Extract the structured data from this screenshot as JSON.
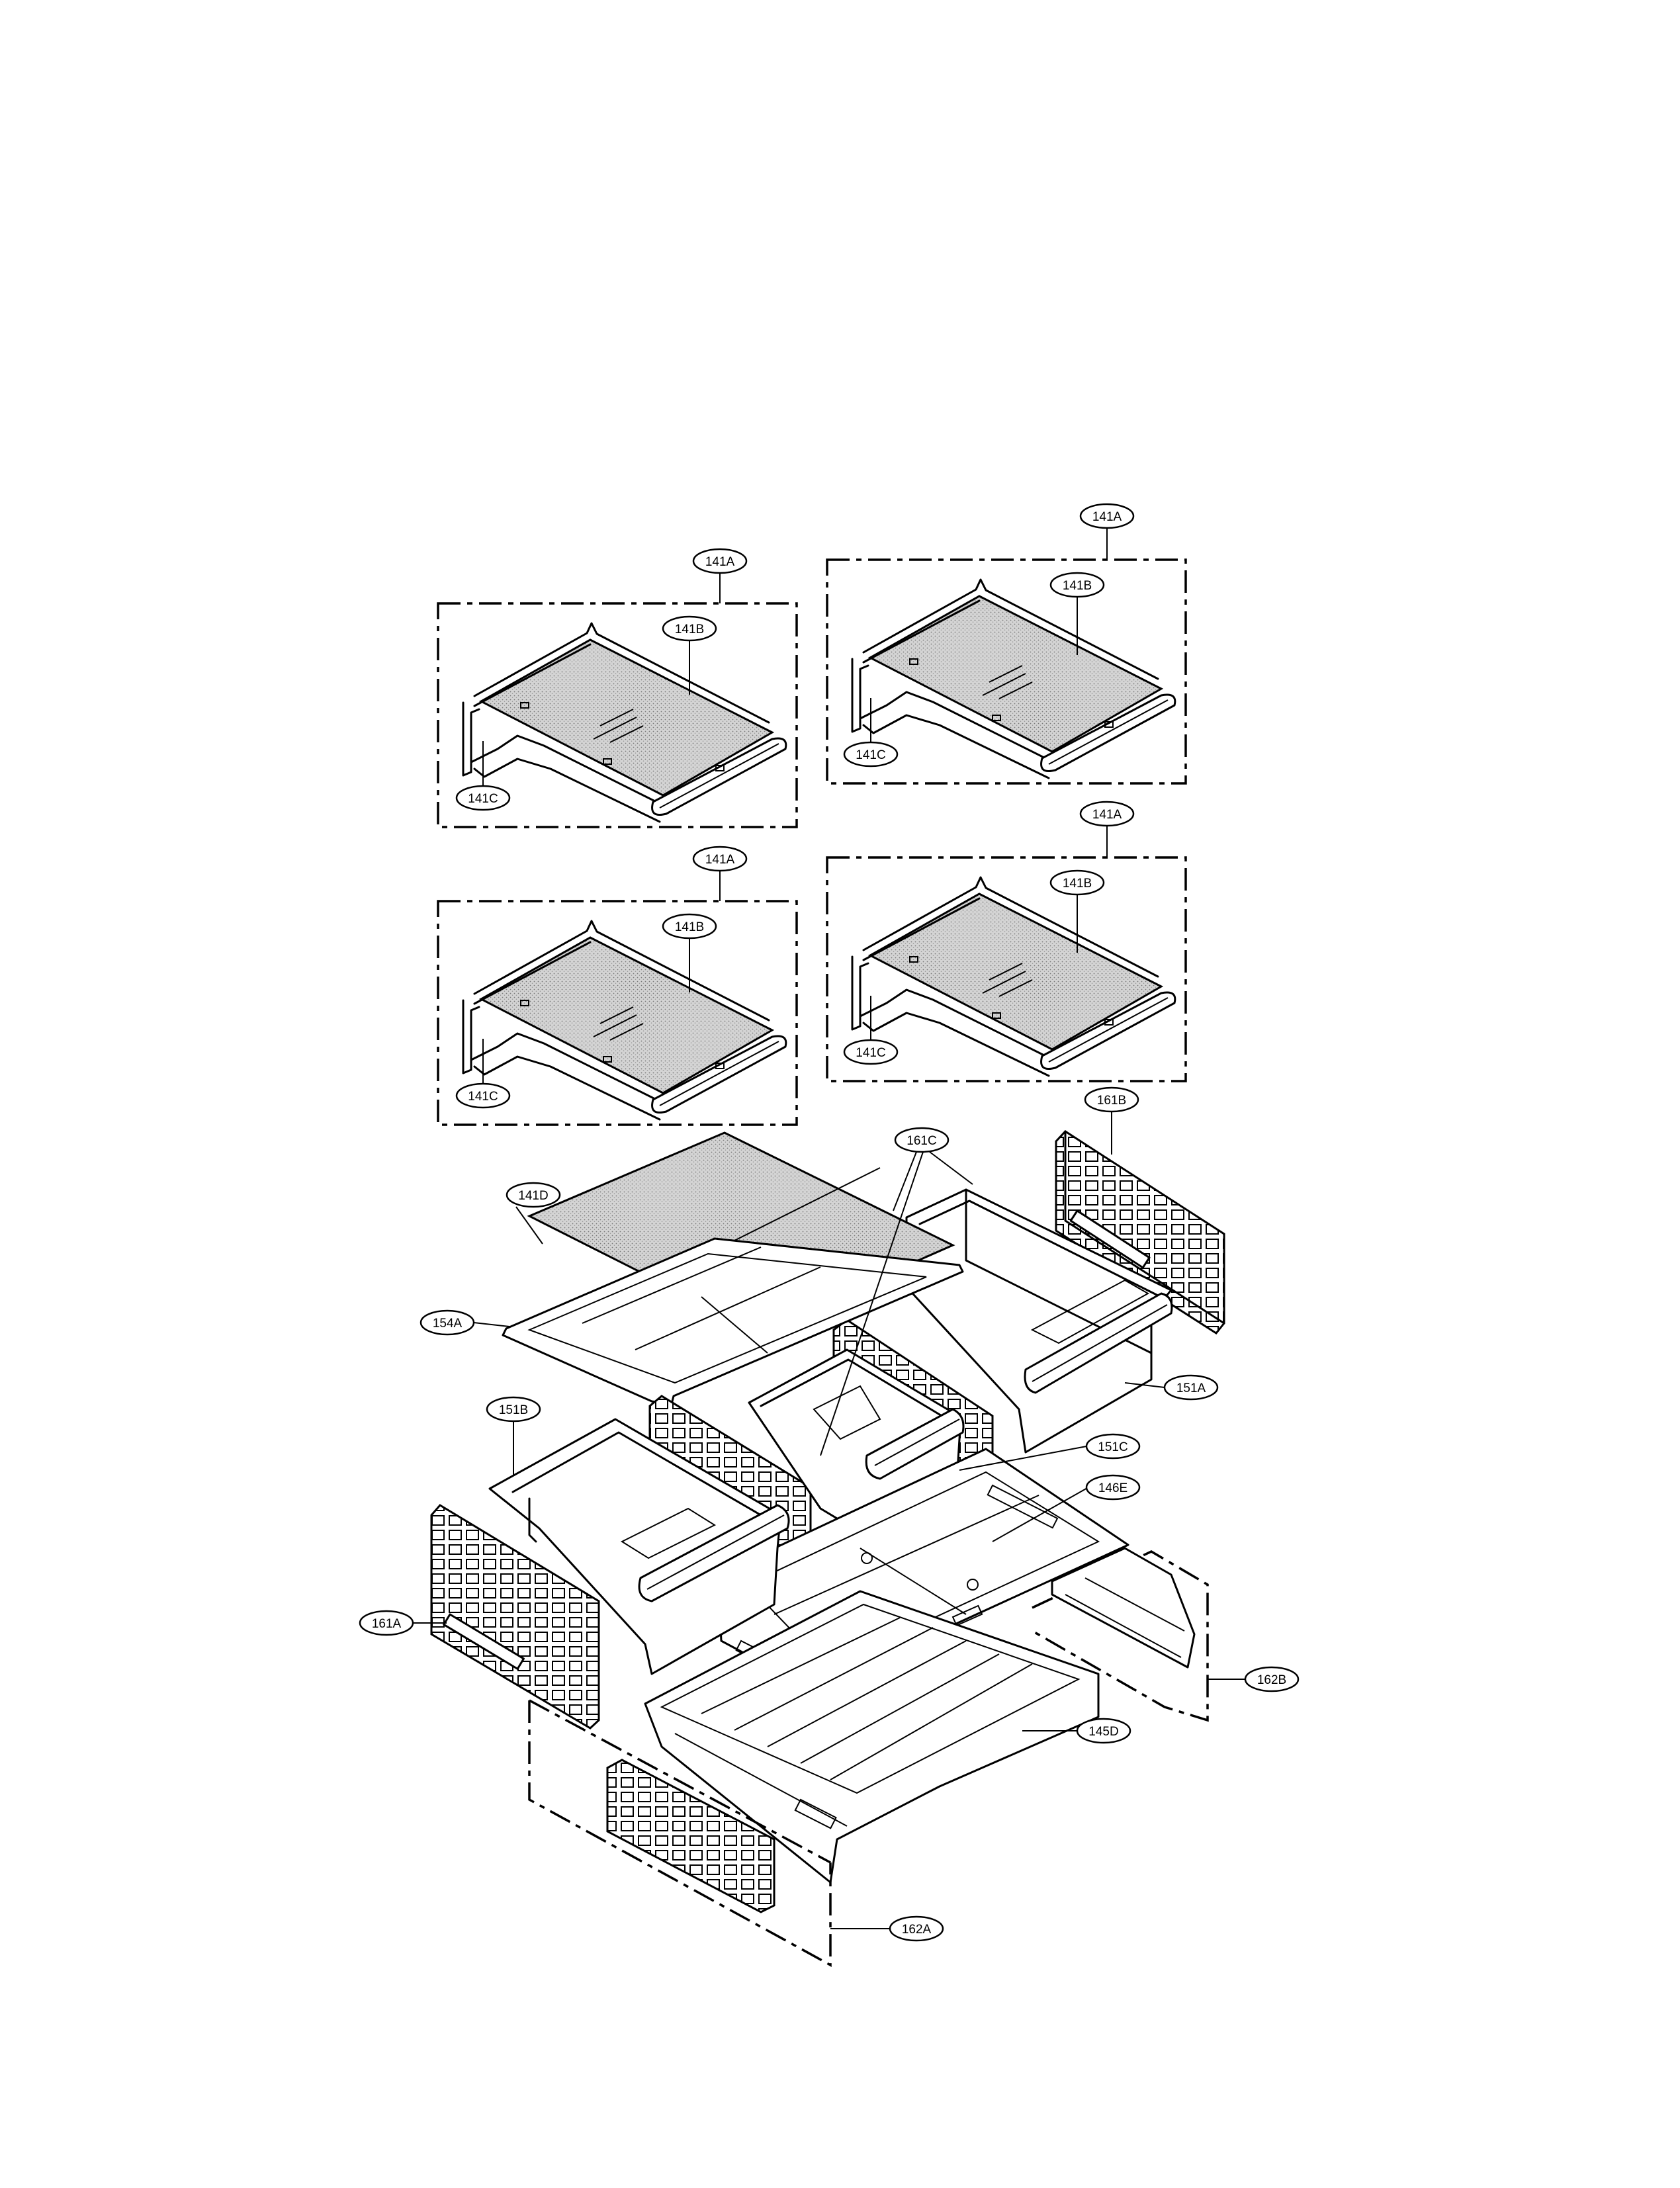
{
  "labels": {
    "l141A_1": "141A",
    "l141B_1": "141B",
    "l141C_1": "141C",
    "l141A_2": "141A",
    "l141B_2": "141B",
    "l141C_2": "141C",
    "l141A_3": "141A",
    "l141B_3": "141B",
    "l141C_3": "141C",
    "l141A_4": "141A",
    "l141B_4": "141B",
    "l141C_4": "141C",
    "l141D": "141D",
    "l154A": "154A",
    "l161C": "161C",
    "l161B": "161B",
    "l151A": "151A",
    "l151B": "151B",
    "l151C": "151C",
    "l146E": "146E",
    "l161A": "161A",
    "l162B": "162B",
    "l145D": "145D",
    "l162A": "162A"
  }
}
